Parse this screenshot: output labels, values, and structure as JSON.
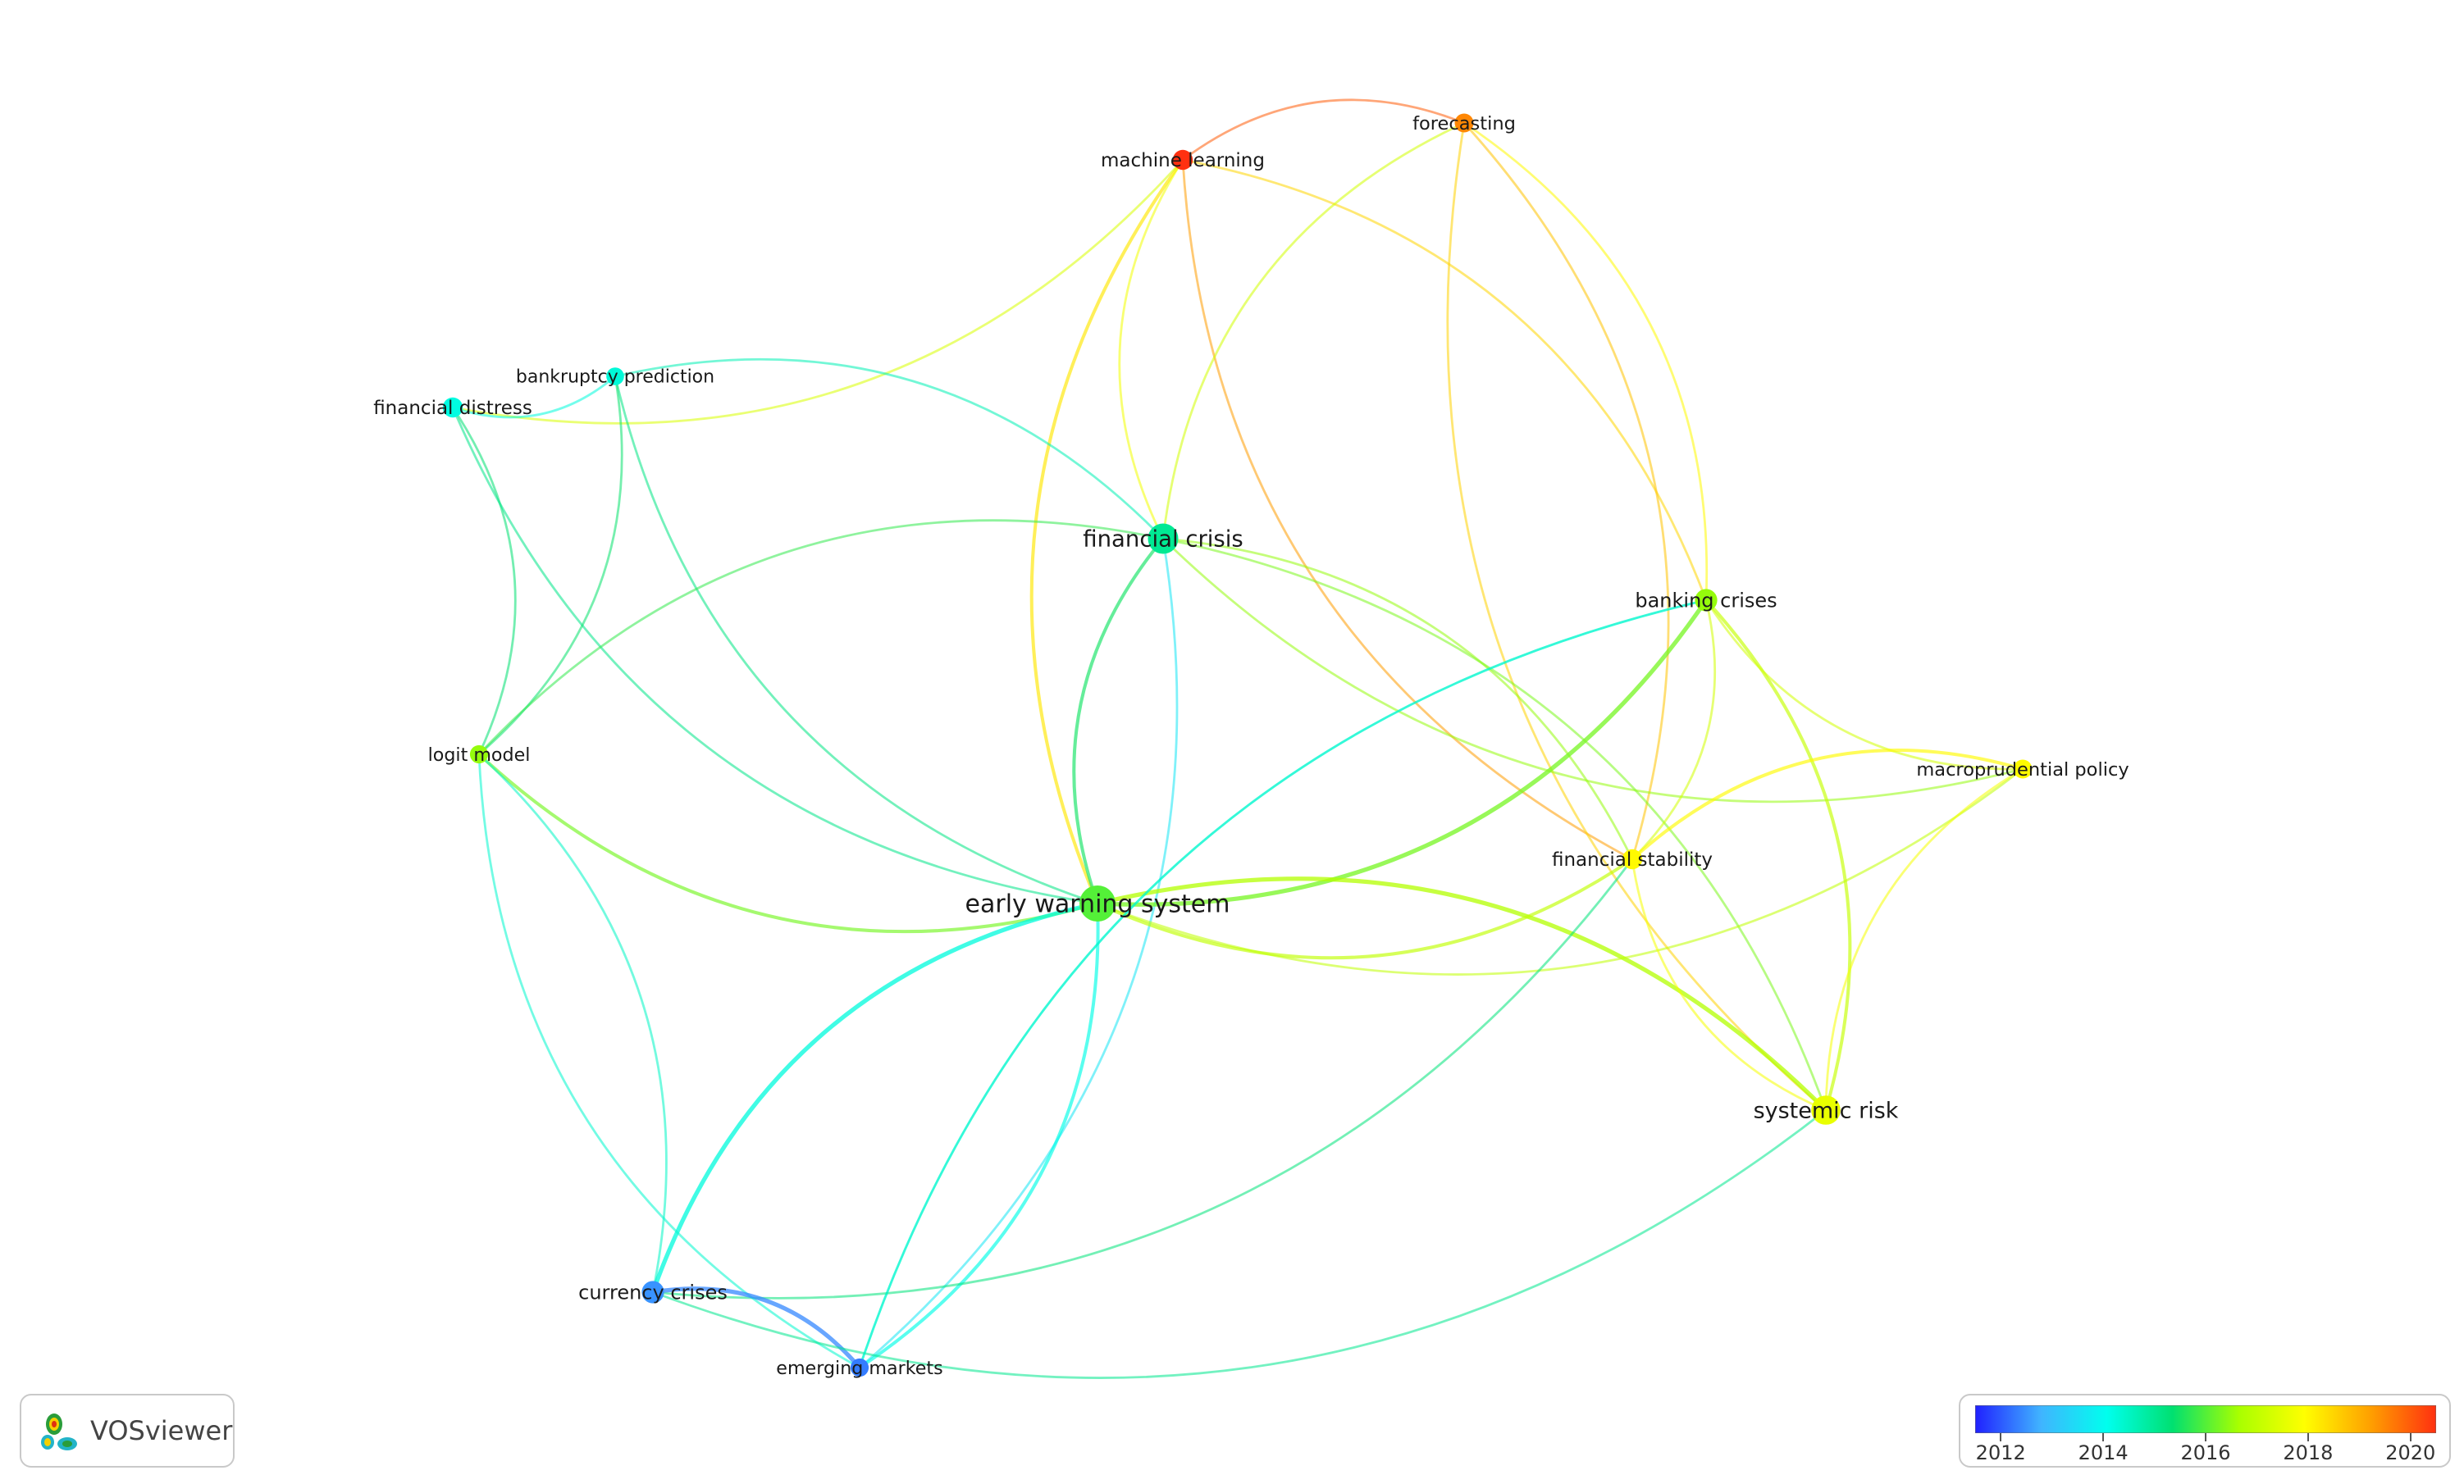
{
  "app": {
    "name": "VOSviewer"
  },
  "nodes": [
    {
      "id": "ews",
      "label": "early warning system",
      "year": 2016.0,
      "weight": 1.0
    },
    {
      "id": "fc",
      "label": "financial crisis",
      "year": 2015.0,
      "weight": 0.75
    },
    {
      "id": "ml",
      "label": "machine learning",
      "year": 2020.5,
      "weight": 0.3
    },
    {
      "id": "fore",
      "label": "forecasting",
      "year": 2019.5,
      "weight": 0.25
    },
    {
      "id": "fd",
      "label": "financial distress",
      "year": 2014.2,
      "weight": 0.3
    },
    {
      "id": "bp",
      "label": "bankruptcy prediction",
      "year": 2014.3,
      "weight": 0.2
    },
    {
      "id": "bc",
      "label": "banking crises",
      "year": 2016.5,
      "weight": 0.4
    },
    {
      "id": "mp",
      "label": "macroprudential policy",
      "year": 2018.0,
      "weight": 0.25
    },
    {
      "id": "fs",
      "label": "financial stability",
      "year": 2018.0,
      "weight": 0.3
    },
    {
      "id": "lm",
      "label": "logit model",
      "year": 2016.5,
      "weight": 0.22
    },
    {
      "id": "sr",
      "label": "systemic risk",
      "year": 2017.6,
      "weight": 0.7
    },
    {
      "id": "cc",
      "label": "currency crises",
      "year": 2012.5,
      "weight": 0.4
    },
    {
      "id": "em",
      "label": "emerging markets",
      "year": 2012.3,
      "weight": 0.22
    }
  ],
  "links": [
    {
      "source": "ml",
      "target": "ews",
      "strength": 2
    },
    {
      "source": "ml",
      "target": "fore",
      "strength": 1
    },
    {
      "source": "ml",
      "target": "fc",
      "strength": 1
    },
    {
      "source": "ml",
      "target": "bc",
      "strength": 1
    },
    {
      "source": "ml",
      "target": "fs",
      "strength": 1
    },
    {
      "source": "ml",
      "target": "fd",
      "strength": 1
    },
    {
      "source": "fore",
      "target": "fc",
      "strength": 1
    },
    {
      "source": "fore",
      "target": "bc",
      "strength": 1
    },
    {
      "source": "fore",
      "target": "sr",
      "strength": 1
    },
    {
      "source": "fore",
      "target": "fs",
      "strength": 1
    },
    {
      "source": "fd",
      "target": "bp",
      "strength": 1
    },
    {
      "source": "fd",
      "target": "lm",
      "strength": 1
    },
    {
      "source": "fd",
      "target": "ews",
      "strength": 1
    },
    {
      "source": "bp",
      "target": "fc",
      "strength": 1
    },
    {
      "source": "bp",
      "target": "ews",
      "strength": 1
    },
    {
      "source": "bp",
      "target": "lm",
      "strength": 1
    },
    {
      "source": "fc",
      "target": "ews",
      "strength": 2
    },
    {
      "source": "fc",
      "target": "fs",
      "strength": 1
    },
    {
      "source": "fc",
      "target": "mp",
      "strength": 1
    },
    {
      "source": "fc",
      "target": "sr",
      "strength": 1
    },
    {
      "source": "fc",
      "target": "lm",
      "strength": 1
    },
    {
      "source": "fc",
      "target": "em",
      "strength": 1
    },
    {
      "source": "ews",
      "target": "bc",
      "strength": 3
    },
    {
      "source": "ews",
      "target": "sr",
      "strength": 3
    },
    {
      "source": "ews",
      "target": "fs",
      "strength": 2
    },
    {
      "source": "ews",
      "target": "lm",
      "strength": 2
    },
    {
      "source": "ews",
      "target": "cc",
      "strength": 3
    },
    {
      "source": "ews",
      "target": "em",
      "strength": 2
    },
    {
      "source": "ews",
      "target": "mp",
      "strength": 1
    },
    {
      "source": "bc",
      "target": "sr",
      "strength": 2
    },
    {
      "source": "bc",
      "target": "mp",
      "strength": 1
    },
    {
      "source": "bc",
      "target": "fs",
      "strength": 1
    },
    {
      "source": "bc",
      "target": "em",
      "strength": 1
    },
    {
      "source": "fs",
      "target": "mp",
      "strength": 2
    },
    {
      "source": "fs",
      "target": "sr",
      "strength": 1
    },
    {
      "source": "fs",
      "target": "cc",
      "strength": 1
    },
    {
      "source": "mp",
      "target": "sr",
      "strength": 1
    },
    {
      "source": "lm",
      "target": "cc",
      "strength": 1
    },
    {
      "source": "lm",
      "target": "em",
      "strength": 1
    },
    {
      "source": "cc",
      "target": "em",
      "strength": 3
    },
    {
      "source": "cc",
      "target": "sr",
      "strength": 1
    },
    {
      "source": "em",
      "target": "bc",
      "strength": 1
    }
  ],
  "legend": {
    "min_year": 2011.5,
    "max_year": 2020.5,
    "ticks": [
      "2012",
      "2014",
      "2016",
      "2018",
      "2020"
    ],
    "gradient_colors": [
      "#2020ff",
      "#40b4ff",
      "#00ffee",
      "#00e070",
      "#a8ff00",
      "#ffff00",
      "#ffa000",
      "#ff3010"
    ]
  }
}
